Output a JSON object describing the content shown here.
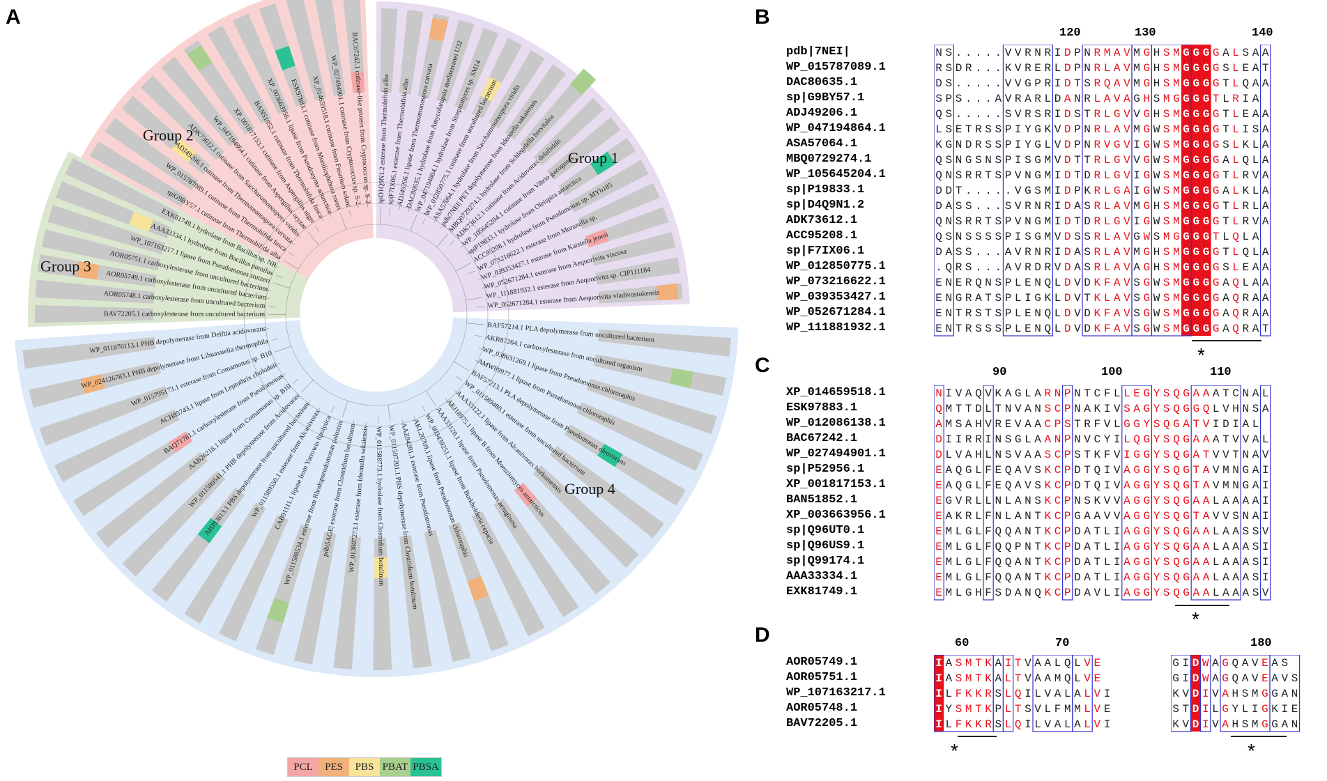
{
  "panels": {
    "A": "A",
    "B": "B",
    "C": "C",
    "D": "D"
  },
  "tree": {
    "groups": [
      {
        "label": "Group 1",
        "color": "#e7dcf0"
      },
      {
        "label": "Group 2",
        "color": "#f9d3d3"
      },
      {
        "label": "Group 3",
        "color": "#dbe8cf"
      },
      {
        "label": "Group 4",
        "color": "#dce9f8"
      }
    ],
    "group1_leaves": [
      "spD1Q9N1.2 esterase from Thermobifida alba",
      "sp|F7IX06.1 esterase from Thermobifida alba",
      "ADJ49206.1 lipase from Thermomonospora curvata",
      "DAC80635.1 hydrolase from Amycolatopsis mediterranei U32",
      "WP_047194864.1 hydrolase from Streptomyces sp. SM14",
      "WP_012850775.1 cutinase from uncultured bacterium",
      "ASA57064.1 hydrolase from Saccharomonospora viridis",
      "pdb|7NEI| PET depolymerase from Ideonella sakaiensis",
      "MBQ0729274.1 hydrolase from Schlegelella brevitalea",
      "ADK73612.1 cutinase from Acidovorax delafieldii",
      "WP_105645204.1 cutinase from Vibrio gazogenes",
      "sp|P19833.1 hydrolase from Oleispira antarctica",
      "ACC95208.1 hydrolase from Pseudomonas sp. MYb185",
      "WP_073216622.1 esterase from Moraxella sp.",
      "WP_039353427.1 esterase from Kaistella jeonii",
      "WP_052671284.1 esterase from Aequorivita viscosa",
      "WP_111881932.1 esterase from Aequorivita sp. CIP111184",
      "WP_052671284.1 esterase from Aequorivita vladivostokensis"
    ],
    "group2_leaves": [
      "sp|G9BY57.1 cutinase from Thermobifida alba",
      "WP_015787089.1 cutinase from Thermobifida fusca",
      "ADJ49206.1 cutinase from Thermomonospora curvata",
      "ADK73612.1 cutinase from Saccharomonospora viridis",
      "WP_047194864.1 cutinase from Aspergillus oryzae",
      "XP_001817153.1 cutinase from Aspergillus niger",
      "BAN51852.1 cutinase from Thermobifida fusca",
      "XP_003663956.1 lipase from Pseudozyma antarctica",
      "ESK97883.1 cutinase from Moniliophthora roreri",
      "XP_014659518.1 cutinase from Fusarium solani",
      "WP_027494901.1 cutinase from Cryptococcus sp. S-2",
      "BAC67242.1 cutinase-like protein from Cryptococcus sp. S-2"
    ],
    "group3_leaves": [
      "BAV72205.1 carboxylesterase from uncultured bacterium",
      "AOR05748.1 carboxylesterase from uncultured bacterium",
      "AOR05749.1 carboxylesterase from uncultured bacterium",
      "AOR05751.1 carboxylesterase from uncultured bacterium",
      "WP_107163217.1 lipase from Pseudomonas stutzeri",
      "AAA33334.1 hydrolase from Bacillus pumilus",
      "EXK81749.1 hydrolase from Bacillus sp. NR"
    ],
    "group4_leaves": [
      "BAF57214.1 PLA depolymerase from uncultured bacterium",
      "AKR87264.1 carboxylesterase from uncultured organism",
      "WP_038631269.1 lipase from Pseudomonas chlororaphis",
      "AMW89977.1 lipase from Pseudomonas chlororaphis",
      "BAF57213.1 PLA depolymerase from Pseudomonas oleovorans",
      "WP_011589480.1 esterase from uncultured bacterium",
      "AAA33122.1 lipase from Alcanivorax borkumensis",
      "AEJ18975.1 lipase B from Moesziomyces antarcticus",
      "AAA33120.1 lipase from Pseudomonas aeruginosa",
      "WP_003439251.1 lipase from Burkholderia cepacia",
      "AKL20709.1 lipase from Pseudomonas chlororaphis",
      "AAZ84281.1 esterase from Pseudomonas",
      "WP_011597201.1 PBS depolymerase from Clostridium botulinum",
      "WP_011588773.1 hydrolase from Clostridium botulinum",
      "WP_013807273.1 esterase from Ideonella sakaiensis",
      "pdb|5AGE| esterase from Clostridium botulinum",
      "WP_011588534.1 esterase from Rhodopseudomonas palustris",
      "CAB91111.1 lipase from Yarrowia lipolytica",
      "WP_011589550.1 esterase from Alcanivorax",
      "AHJ93813.1 PBS depolymerase from uncultured bacterium",
      "WP_011589541.1 PHB depolymerase from Acidovorax",
      "AAB26218.1 lipase from Comamonas sp. B10",
      "BAQ71781.1 carboxylesterase from Pseudomonas",
      "ACH85743.1 lipase from Leptothrix cholodnii",
      "WP_015795173.1 esterase from Comamonas sp. B10",
      "WP_024126783.1 PHB depolymerase from Lihuaxuella thermophila",
      "WP_011876113.1 PHB depolymerase from Delftia acidovorans"
    ]
  },
  "legend": [
    {
      "label": "PCL",
      "color": "#f4a6a6"
    },
    {
      "label": "PES",
      "color": "#f2b07a"
    },
    {
      "label": "PBS",
      "color": "#f7e39a"
    },
    {
      "label": "PBAT",
      "color": "#a9cf8f"
    },
    {
      "label": "PBSA",
      "color": "#29c294"
    }
  ],
  "alignment_B": {
    "ruler": "120 . 130 . 140 .",
    "tick_labels": [
      "120",
      "130",
      "140"
    ],
    "names": [
      "pdb|7NEI|",
      "WP_015787089.1",
      "DAC80635.1",
      "sp|G9BY57.1",
      "ADJ49206.1",
      "WP_047194864.1",
      "ASA57064.1",
      "MBQ0729274.1",
      "WP_105645204.1",
      "sp|P19833.1",
      "sp|D4Q9N1.2",
      "ADK73612.1",
      "ACC95208.1",
      "sp|F7IX06.1",
      "WP_012850775.1",
      "WP_073216622.1",
      "WP_039353427.1",
      "WP_052671284.1",
      "WP_111881932.1"
    ],
    "seqs": [
      "NS.....VVRNRIDPNRMAVMGHSMGGGGALSAA",
      "RSDR...KVRERLDPNRLAVMGHSMGGGGSLEAT",
      "DS.....VVGPRIDTSRQAVMGHSMGGGGTLQAA",
      "SPS...AVRARLDANRLAVAGHSMGGGGTLRIA",
      "QS.....SVRSRIDSTRLGVVGHSMGGGGTLEAA",
      "LSETRSSPIYGKVDPNRLAVMGWSMGGGGTLISA",
      "KGNDRSSPIYGLVDPNRVGVIGWSMGGGGSLKLA",
      "QSNGSNSPISGMVDTTRLGVVGWSMGGGGALQLA",
      "QNSRRTSPVNGMIDTDRLGVIGWSMGGGGTLRVA",
      "DDT.....VGSMIDPKRLGAIGWSMGGGGALKLA",
      "DASS...SVRNRIDASRLAVMGHSMGGGGTLRLA",
      "QNSRRTSPVNGMIDTDRLGVIGWSMGGGGTLRVA",
      "QSNSSSSPISGMVDSSRLAVGWSMGGGGTLQLA",
      "DASS...AVRNRIDASRLAVMGHSMGGGGTLQLA",
      ".QRS...AVRDRVDASRLAVAGHSMGGGGSLEAA",
      "ENERQNSPLENQLDVDKFAVSGWSMGGGGAQLAA",
      "ENGRATSPLIGKLDVTKLAVSGWSMGGGGAQRAA",
      "ENTRSTSPLENQLDVDKFAVSGWSMGGGGAQRAA",
      "ENTRSSSPLENQLDVDKFAVSGWSMGGGGAQRAT"
    ],
    "star": "*"
  },
  "alignment_C": {
    "tick_labels": [
      "90",
      "100",
      "110"
    ],
    "names": [
      "XP_014659518.1",
      "ESK97883.1",
      "WP_012086138.1",
      "BAC67242.1",
      "WP_027494901.1",
      "sp|P52956.1",
      "XP_001817153.1",
      "BAN51852.1",
      "XP_003663956.1",
      "sp|Q96UT0.1",
      "sp|Q96US9.1",
      "sp|Q99174.1",
      "AAA33334.1",
      "EXK81749.1"
    ],
    "seqs": [
      "NIVAQVKAGLARNPNTCFLLEGYSQGAAATCNAL",
      "QMTTDLTNVANSCPNAKIVSAGYSQGGQLVHNSA",
      "AMSAHVREVAACPSTRFVLGGYSQGATVIDIAL",
      "DIIRRINSGLAANPNVCYILQGYSQGAAATVVAL",
      "DLVAHLNSVAASCPSTKFVIGGYSQGATVVTNAV",
      "EAQGLFEQAVSKCPDTQIVAGGYSQGTAVMNGAI",
      "EAQGLFEQAVSKCPDTQIVAGGYSQGTAVMNGAI",
      "EGVRLLNLANSKCPNSKVVAGGYSQGAALAAAAI",
      "EAKRLFNLANTKCPGAAVVAGGYSQGTAVVSNAI",
      "EMLGLFQQANTKCPDATLIAGGYSQGAALAASSV",
      "EMLGLFQQPNTKCPDATLIAGGYSQGAALAAASI",
      "EMLGLFQQANTKCPDATLIAGGYSQGAALAAASI",
      "EMLGLFQQANTKCPDATLIAGGYSQGAALAAASI",
      "EMLGHFSDANQKCPDAVLIAGGYSQGAALAAASV"
    ],
    "star": "*"
  },
  "alignment_D": {
    "tick_labels_left": [
      "60",
      "70"
    ],
    "tick_labels_right": [
      "180"
    ],
    "names": [
      "AOR05749.1",
      "AOR05751.1",
      "WP_107163217.1",
      "AOR05748.1",
      "BAV72205.1"
    ],
    "seqs_left": [
      "IASMTKAITVAALQLVE",
      "IASMTKALTVAAMQLVE",
      "ILFKKRSLQILVALALVI",
      "IYSMTKPLTSVLFMMLVE",
      "ILFKKRSLQILVALALVI"
    ],
    "seqs_right": [
      "GIDWAGQAVEAS",
      "GIDWAGQAVEAVS",
      "KVDIVAHSMGGAN",
      "STDILGYLIGKIE",
      "KVDIVAHSMGGAN"
    ],
    "star_left": "*",
    "star_right": "*"
  }
}
